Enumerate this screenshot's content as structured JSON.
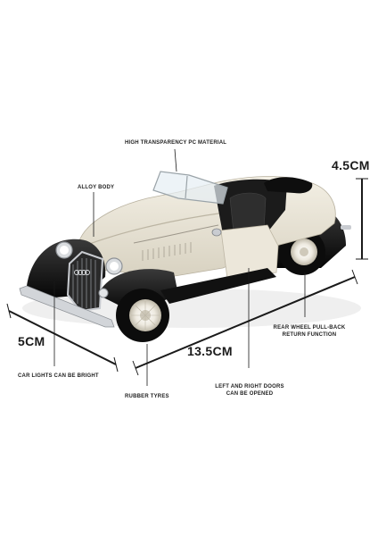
{
  "colors": {
    "ink": "#1a1a1a",
    "body_cream": "#e9e4d6",
    "fender_black": "#111111",
    "chrome": "#c9ccd1"
  },
  "annotations": {
    "pc_material": "HIGH TRANSPARENCY PC MATERIAL",
    "alloy_body": "ALLOY BODY",
    "car_lights": "CAR LIGHTS CAN BE BRIGHT",
    "rubber_tyres": "RUBBER TYRES",
    "doors_line1": "LEFT AND RIGHT DOORS",
    "doors_line2": "CAN BE OPENED",
    "pullback_line1": "REAR WHEEL PULL-BACK",
    "pullback_line2": "RETURN FUNCTION"
  },
  "dimensions": {
    "height": "4.5CM",
    "width": "5CM",
    "length": "13.5CM"
  }
}
